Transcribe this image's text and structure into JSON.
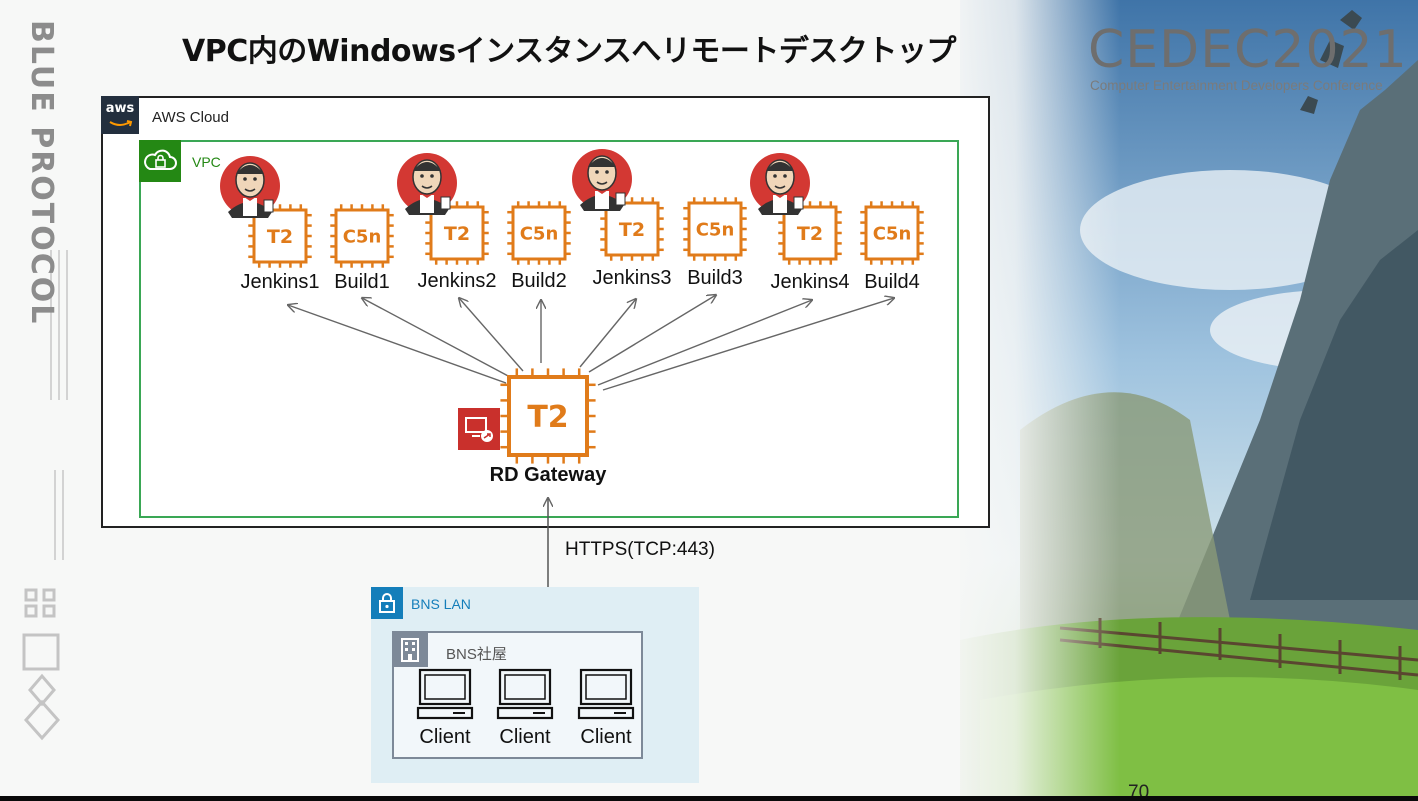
{
  "slide": {
    "title": "VPC内のWindowsインスタンスへリモートデスクトップ",
    "page_number": "70"
  },
  "branding": {
    "sidebar_logo": "BLUE PROTOCOL",
    "event_wordmark": "CEDEC2021",
    "event_tagline": "Computer Entertainment Developers Conference"
  },
  "diagram": {
    "cloud": {
      "badge": "aws",
      "label": "AWS Cloud"
    },
    "vpc": {
      "label": "VPC"
    },
    "instances": [
      {
        "type": "T2",
        "label": "Jenkins1",
        "jenkins": true
      },
      {
        "type": "C5n",
        "label": "Build1",
        "jenkins": false
      },
      {
        "type": "T2",
        "label": "Jenkins2",
        "jenkins": true
      },
      {
        "type": "C5n",
        "label": "Build2",
        "jenkins": false
      },
      {
        "type": "T2",
        "label": "Jenkins3",
        "jenkins": true
      },
      {
        "type": "C5n",
        "label": "Build3",
        "jenkins": false
      },
      {
        "type": "T2",
        "label": "Jenkins4",
        "jenkins": true
      },
      {
        "type": "C5n",
        "label": "Build4",
        "jenkins": false
      }
    ],
    "gateway": {
      "type": "T2",
      "label": "RD Gateway"
    },
    "connection": {
      "label": "HTTPS(TCP:443)"
    },
    "lan": {
      "label": "BNS LAN"
    },
    "office": {
      "label": "BNS社屋"
    },
    "clients": [
      "Client",
      "Client",
      "Client"
    ]
  },
  "colors": {
    "instance_orange": "#e07b1a",
    "vpc_green": "#248814",
    "aws_dark": "#232f3e",
    "lan_blue": "#147eba",
    "rd_red": "#c9302c",
    "arrow_gray": "#666666"
  },
  "icons": {
    "jenkins": "jenkins-butler-icon",
    "instance": "ec2-chip-icon",
    "remote_desktop": "remote-desktop-icon",
    "vpc": "cloud-lock-icon",
    "lan": "padlock-icon",
    "office": "building-icon",
    "client": "desktop-computer-icon"
  }
}
